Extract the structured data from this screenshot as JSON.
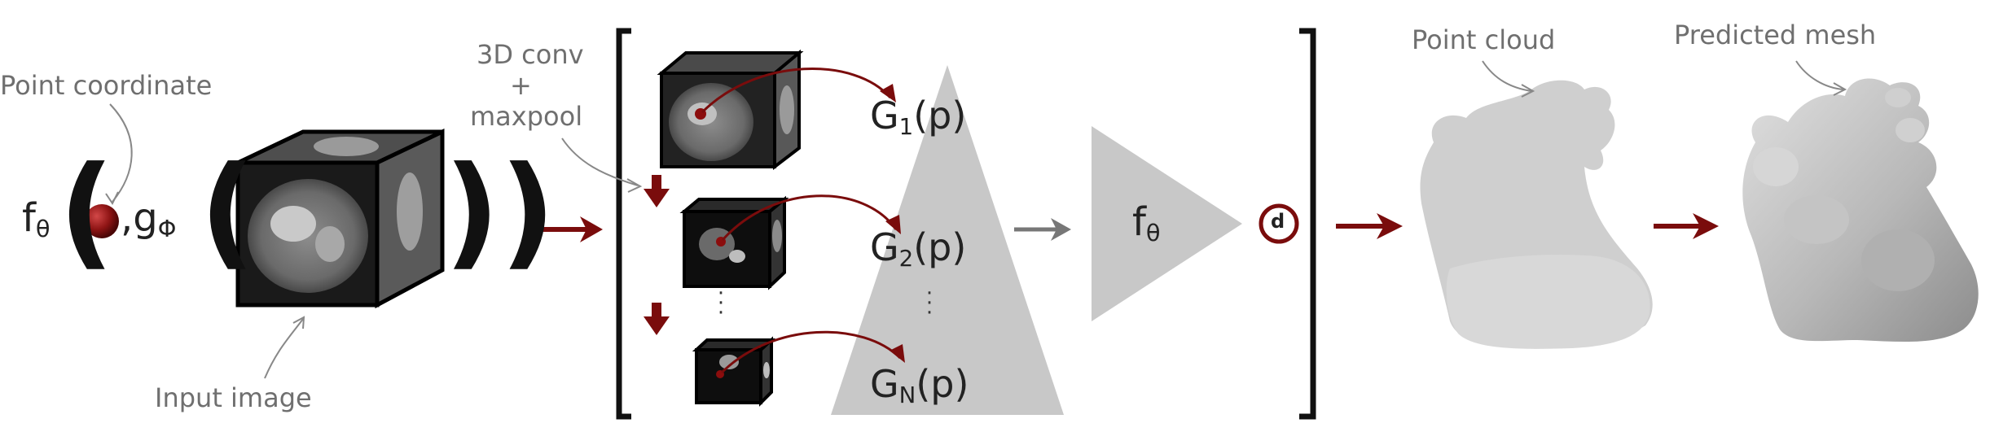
{
  "labels": {
    "point_coordinate": "Point coordinate",
    "input_image": "Input image",
    "conv_line1": "3D conv",
    "conv_line2": "+",
    "conv_line3": "maxpool",
    "point_cloud": "Point cloud",
    "predicted_mesh": "Predicted mesh"
  },
  "formula": {
    "f": "f",
    "f_sub": "θ",
    "comma_g": ",g",
    "g_sub": "Φ",
    "open_paren": "(",
    "close_parens": "))"
  },
  "features": {
    "g1_main": "G",
    "g1_sub": "1",
    "g1_tail": "(p)",
    "g2_main": "G",
    "g2_sub": "2",
    "g2_tail": "(p)",
    "gn_main": "G",
    "gn_sub": "N",
    "gn_tail": "(p)"
  },
  "decoder": {
    "f": "f",
    "f_sub": "θ",
    "output": "d"
  },
  "colors": {
    "accent_red": "#7a0c0c",
    "grey_shape": "#c8c8c8",
    "label_grey": "#6f6f6f",
    "bracket": "#111111",
    "point_cloud": "#cfcfcf",
    "mesh": "#bdbdbd"
  }
}
